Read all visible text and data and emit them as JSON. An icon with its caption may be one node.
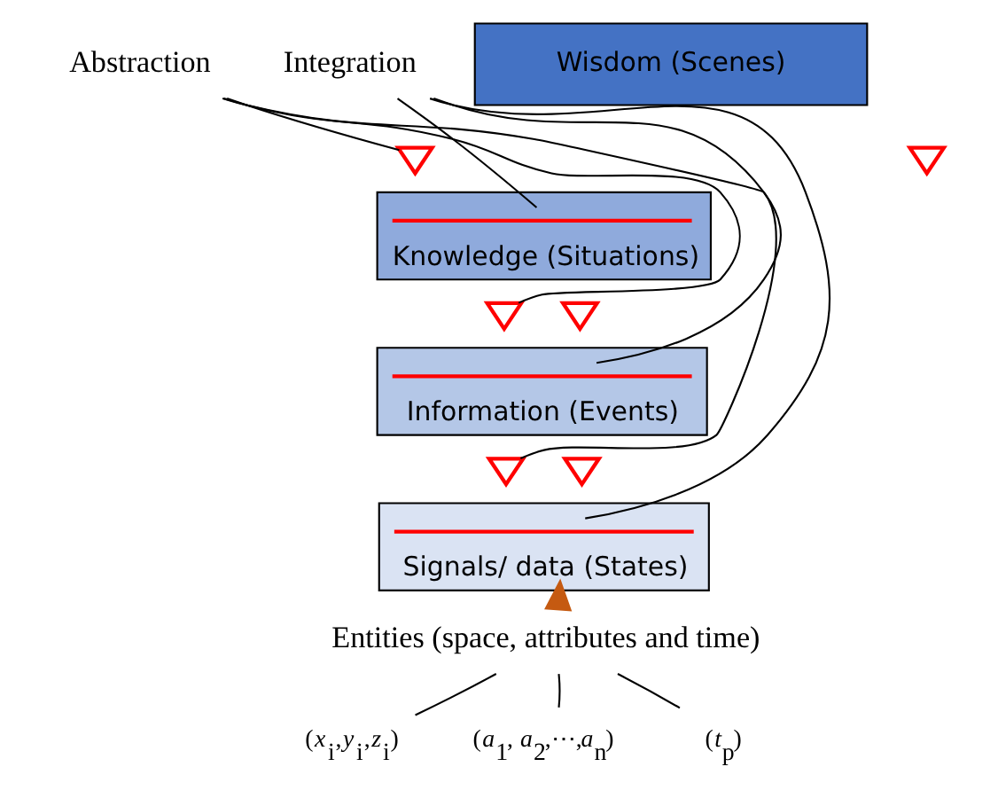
{
  "diagram": {
    "nodes": [
      {
        "text": [
          "Abstraction"
        ]
      },
      {
        "text": [
          "Wisdom (Scenes)"
        ]
      },
      {
        "text": [
          "Integration"
        ]
      },
      {
        "text": [],
        "shape": "fork"
      },
      {
        "text": [],
        "shape": "fork"
      },
      {
        "text": [],
        "shape": "brace",
        "in": 6
      },
      {
        "text": [
          "Knowledge (Situations)"
        ]
      },
      {
        "text": [],
        "shape": "fork"
      },
      {
        "text": [],
        "shape": "fork"
      },
      {
        "text": [],
        "shape": "brace",
        "in": 10
      },
      {
        "text": [
          "Information (Events)"
        ]
      },
      {
        "text": [],
        "shape": "fork"
      },
      {
        "text": [],
        "shape": "fork"
      },
      {
        "text": [],
        "shape": "brace",
        "in": 14
      },
      {
        "text": [
          "Signals/ data (States)"
        ]
      },
      {
        "text": [
          "Entities (space, attributes and time)"
        ]
      },
      {
        "text": [
          "(*x*$_{i}$,*y*$_{i}$,*z*$_{i}$)"
        ]
      },
      {
        "text": [
          "(*a*$_{1}$, *a*$_{2}$,⋯,*a*$_{n}$)"
        ]
      },
      {
        "text": [
          "(*t*$_{p}$)"
        ]
      }
    ],
    "edges": [
      {
        "from": 0,
        "to": 3,
        "arrow": "none"
      },
      {
        "from": 0,
        "to": 7,
        "arrow": "none"
      },
      {
        "from": 0,
        "to": 11,
        "arrow": "none"
      },
      {
        "from": 2,
        "to": 5,
        "arrow": "none"
      },
      {
        "from": 2,
        "to": 9,
        "arrow": "none"
      },
      {
        "from": 2,
        "to": 13,
        "arrow": "none"
      },
      {
        "from": 15,
        "to": 14,
        "arrow": "to",
        "style": "thick",
        "color": "#c55a11"
      },
      {
        "from": 15,
        "to": 16,
        "arrow": "none"
      },
      {
        "from": 15,
        "to": 17,
        "arrow": "none"
      },
      {
        "from": 15,
        "to": 18,
        "arrow": "none"
      }
    ]
  }
}
